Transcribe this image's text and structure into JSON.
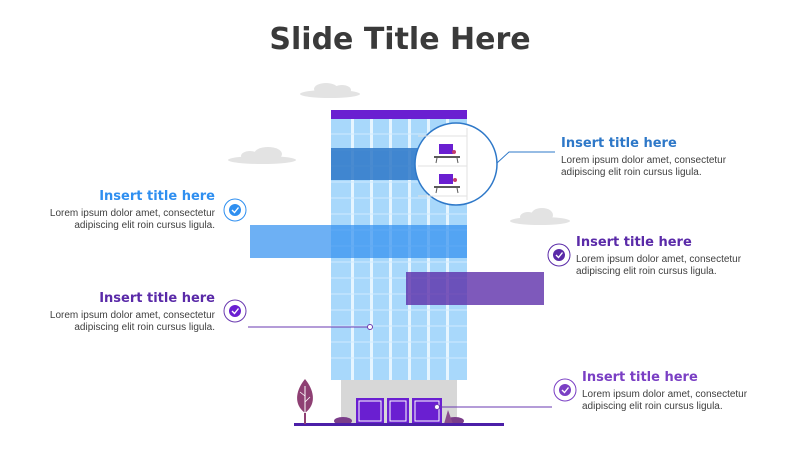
{
  "slide": {
    "title": "Slide Title Here"
  },
  "colors": {
    "blue": "#2f8ff0",
    "dark_blue": "#2e78c8",
    "purple": "#6a1fd1",
    "violet": "#6f42b8",
    "light_blue": "#a8d8fb"
  },
  "callouts": [
    {
      "id": "c1",
      "heading": "Insert title here",
      "body_line1": "Lorem ipsum dolor amet, consectetur",
      "body_line2": "adipiscing elit roin cursus ligula.",
      "color": "#2e78c8"
    },
    {
      "id": "c2",
      "heading": "Insert title here",
      "body_line1": "Lorem ipsum dolor amet, consectetur",
      "body_line2": "adipiscing elit roin cursus ligula.",
      "color": "#2f8ff0"
    },
    {
      "id": "c3",
      "heading": "Insert title here",
      "body_line1": "Lorem ipsum dolor amet, consectetur",
      "body_line2": "adipiscing elit roin cursus ligula.",
      "color": "#5a2aa8"
    },
    {
      "id": "c4",
      "heading": "Insert title here",
      "body_line1": "Lorem ipsum dolor amet, consectetur",
      "body_line2": "adipiscing elit roin cursus ligula.",
      "color": "#5a2aa8"
    },
    {
      "id": "c5",
      "heading": "Insert title here",
      "body_line1": "Lorem ipsum dolor amet, consectetur",
      "body_line2": "adipiscing elit roin cursus ligula.",
      "color": "#7a3fc4"
    }
  ],
  "icons": {
    "check": "check-badge-icon",
    "office": "office-desk-icon",
    "tree": "tree-icon",
    "cloud": "cloud-icon"
  }
}
